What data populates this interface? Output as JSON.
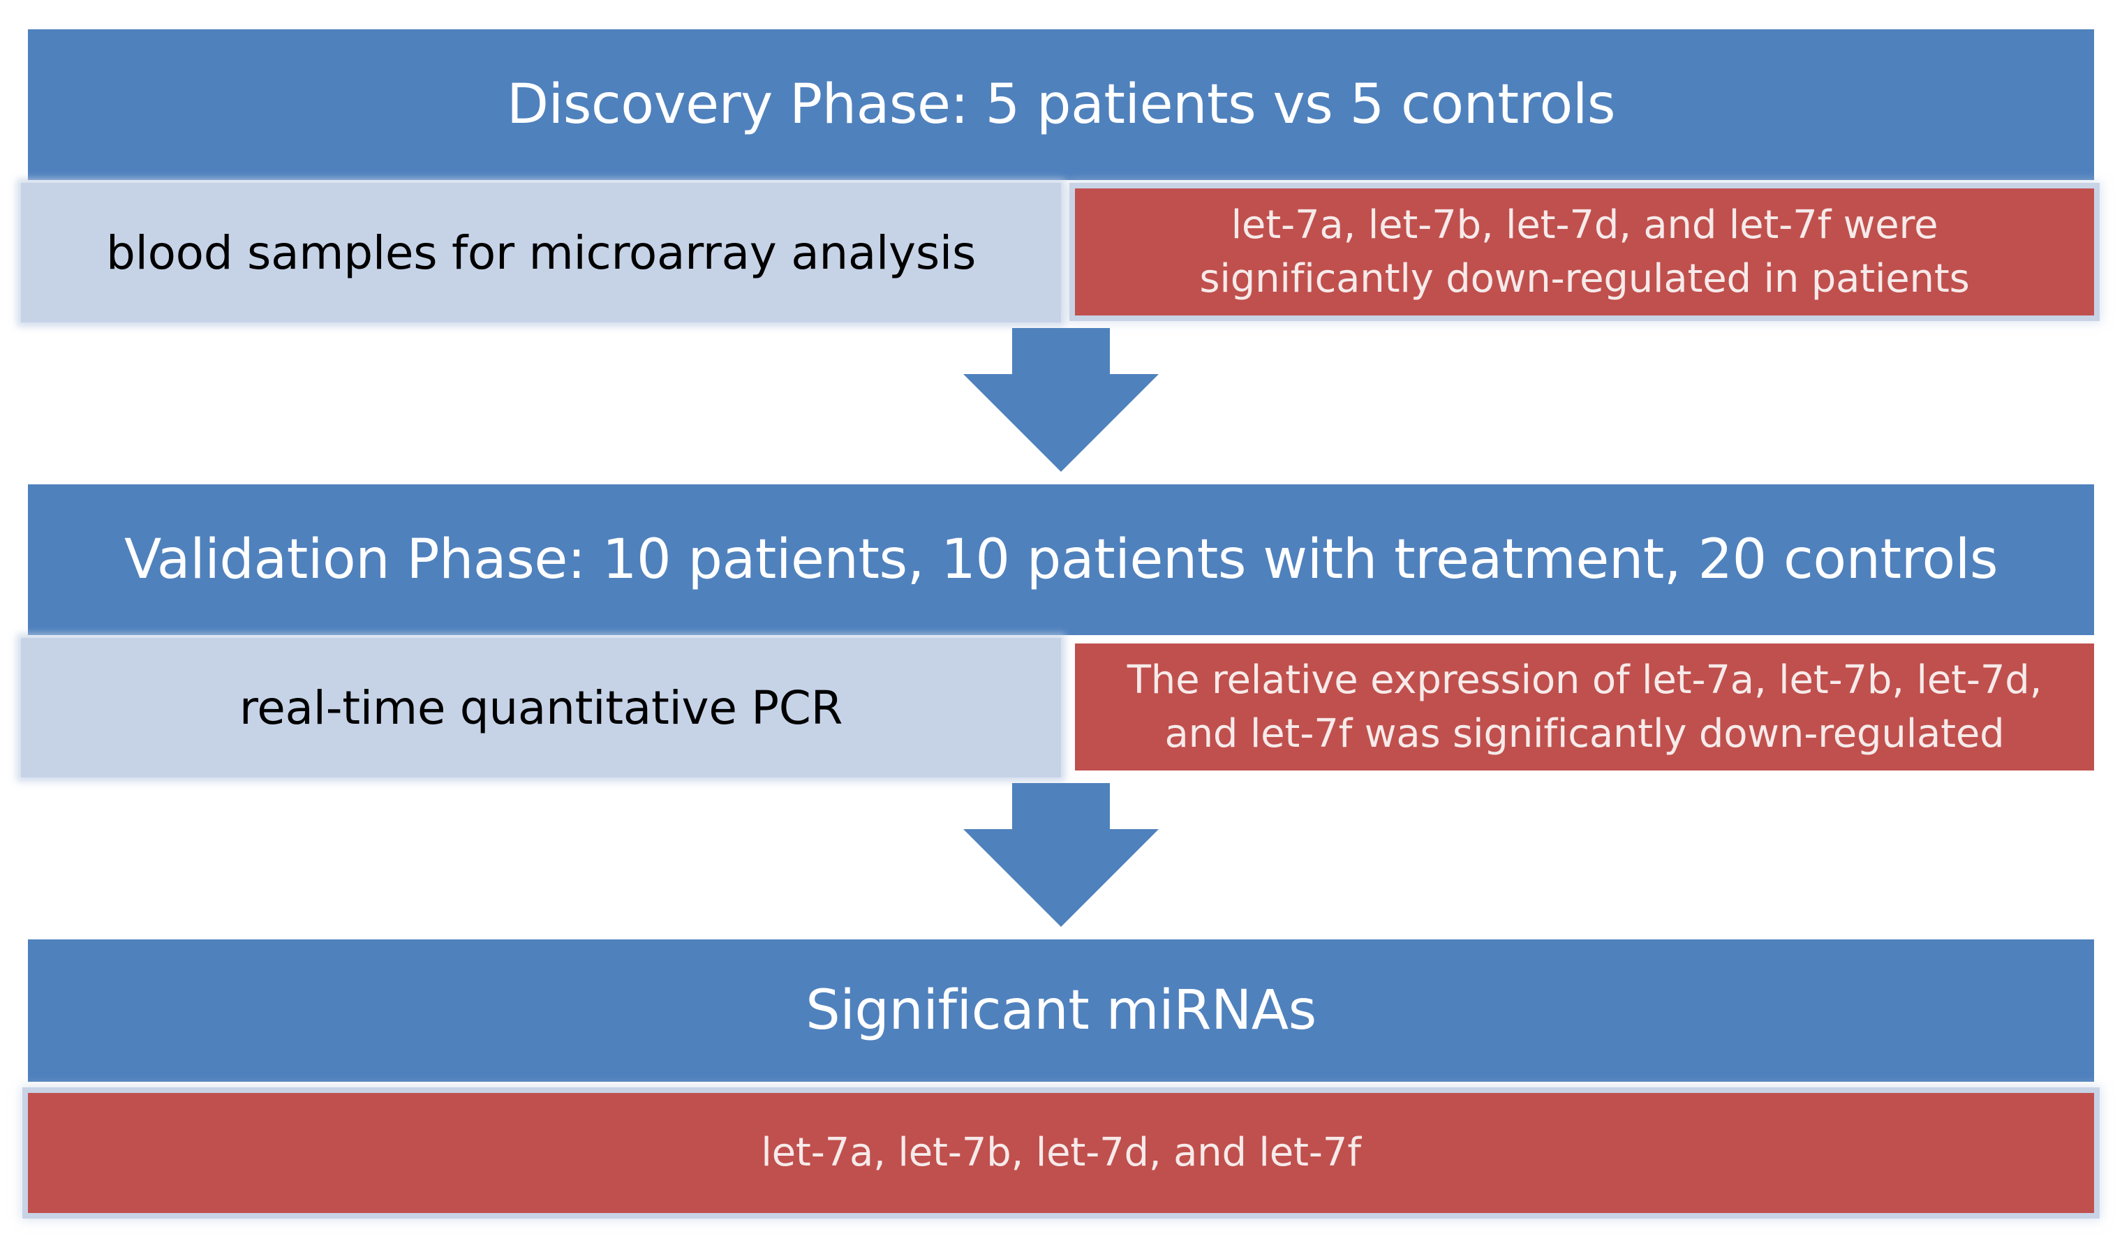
{
  "phases": [
    {
      "title": "Discovery Phase: 5 patients vs 5 controls",
      "method": "blood samples for microarray analysis",
      "result": "let-7a, let-7b, let-7d, and let-7f were\nsignificantly down-regulated in patients"
    },
    {
      "title": "Validation Phase: 10 patients, 10 patients with treatment, 20 controls",
      "method": "real-time quantitative PCR",
      "result": "The relative expression of let-7a, let-7b, let-7d,\nand let-7f was significantly down-regulated"
    }
  ],
  "summary": {
    "title": "Significant miRNAs",
    "result": "let-7a, let-7b, let-7d, and let-7f"
  },
  "colors": {
    "band_blue": "#4f81bd",
    "method_light_blue": "#c6d3e7",
    "result_red": "#c0504d"
  },
  "icons": {
    "flow_arrow": "down-arrow-icon"
  }
}
